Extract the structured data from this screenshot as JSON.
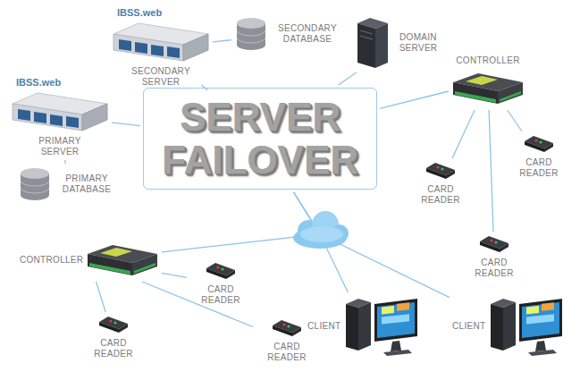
{
  "diagram": {
    "nodes": [
      {
        "text": [
          "IBSS.web",
          "PRIMARY SERVER"
        ]
      },
      {
        "text": [
          "PRIMARY DATABASE"
        ]
      },
      {
        "text": [
          "IBSS.web",
          "SECONDARY SERVER"
        ]
      },
      {
        "text": [
          "SECONDARY DATABASE"
        ]
      },
      {
        "text": [
          "DOMAIN SERVER"
        ]
      },
      {
        "text": [
          "CONTROLLER"
        ]
      },
      {
        "text": [
          "CARD READER"
        ]
      },
      {
        "text": [
          "CARD READER"
        ]
      },
      {
        "text": [
          "CARD READER"
        ]
      },
      {
        "text": [
          "SERVER FAILOVER"
        ]
      },
      {
        "text": [
          "CONTROLLER"
        ]
      },
      {
        "text": [
          "CARD READER"
        ]
      },
      {
        "text": [
          "CARD READER"
        ]
      },
      {
        "text": [
          "CARD READER"
        ]
      },
      {
        "text": [
          "CLIENT"
        ]
      },
      {
        "text": [
          "CLIENT"
        ]
      }
    ],
    "edges": [
      {
        "from": 0,
        "to": 9,
        "arrow": "none"
      },
      {
        "from": 1,
        "to": 0,
        "arrow": "none"
      },
      {
        "from": 2,
        "to": 9,
        "arrow": "none"
      },
      {
        "from": 3,
        "to": 2,
        "arrow": "none"
      },
      {
        "from": 4,
        "to": 9,
        "arrow": "none"
      },
      {
        "from": 5,
        "to": 9,
        "arrow": "none"
      },
      {
        "from": 6,
        "to": 5,
        "arrow": "none"
      },
      {
        "from": 7,
        "to": 5,
        "arrow": "none"
      },
      {
        "from": 8,
        "to": 5,
        "arrow": "none"
      },
      {
        "from": 10,
        "to": 9,
        "arrow": "none"
      },
      {
        "from": 11,
        "to": 10,
        "arrow": "none"
      },
      {
        "from": 12,
        "to": 10,
        "arrow": "none"
      },
      {
        "from": 13,
        "to": 10,
        "arrow": "none"
      },
      {
        "from": 14,
        "to": 9,
        "arrow": "none"
      },
      {
        "from": 15,
        "to": 9,
        "arrow": "none"
      }
    ]
  }
}
